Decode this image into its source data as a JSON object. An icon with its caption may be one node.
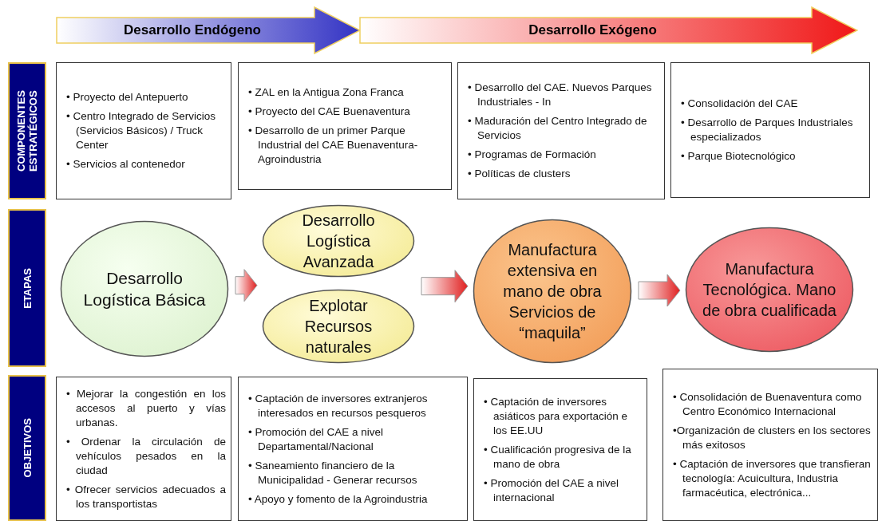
{
  "diagram": {
    "nodes": [
      {
        "text": [
          "Desarrollo Endógeno"
        ]
      },
      {
        "text": [
          "Desarrollo Exógeno"
        ]
      },
      {
        "text": [
          "COMPONENTES ESTRATÉGICOS"
        ]
      },
      {
        "text": [
          "• Proyecto del Antepuerto",
          "• Centro Integrado de Servicios (Servicios Básicos) / Truck Center",
          "• Servicios al contenedor"
        ]
      },
      {
        "text": [
          "• ZAL en la Antigua Zona Franca",
          "• Proyecto del CAE Buenaventura",
          "• Desarrollo de un primer Parque Industrial del CAE Buenaventura-Agroindustria"
        ]
      },
      {
        "text": [
          "• Desarrollo del CAE. Nuevos Parques Industriales - In",
          "• Maduración del Centro Integrado de Servicios",
          "• Programas de Formación",
          "• Políticas de clusters"
        ]
      },
      {
        "text": [
          "• Consolidación del CAE",
          "• Desarrollo de Parques Industriales especializados",
          "•  Parque Biotecnológico"
        ]
      },
      {
        "text": [
          "ETAPAS"
        ]
      },
      {
        "text": [
          "Desarrollo Logística Básica"
        ]
      },
      {
        "text": [
          "Desarrollo Logística Avanzada"
        ]
      },
      {
        "text": [
          "Explotar Recursos naturales"
        ]
      },
      {
        "text": [
          "Manufactura extensiva en mano de obra Servicios de “maquila”"
        ]
      },
      {
        "text": [
          "Manufactura Tecnológica. Mano de obra cualificada"
        ]
      },
      {
        "text": [
          "OBJETIVOS"
        ]
      },
      {
        "text": [
          "• Mejorar la congestión en los accesos al puerto y vías urbanas.",
          "• Ordenar la circulación de vehículos pesados en la ciudad",
          "• Ofrecer servicios adecuados a los transportistas"
        ]
      },
      {
        "text": [
          "• Captación de inversores extranjeros interesados en recursos pesqueros",
          "• Promoción del CAE a nivel Departamental/Nacional",
          "• Saneamiento financiero de la Municipalidad - Generar recursos",
          "• Apoyo y fomento de la Agroindustria"
        ]
      },
      {
        "text": [
          "• Captación de inversores asiáticos para exportación e los EE.UU",
          "• Cualificación progresiva de la mano de obra",
          "• Promoción del CAE a nivel internacional"
        ]
      },
      {
        "text": [
          "• Consolidación de Buenaventura como Centro Económico Internacional",
          "•Organización de clusters en los sectores más exitosos",
          "• Captación de inversores que transfieran tecnología: Acuicultura, Industria farmacéutica, electrónica..."
        ]
      }
    ],
    "edges": [
      {
        "from": 8,
        "to": 9,
        "arrow": "to"
      },
      {
        "from": 8,
        "to": 10,
        "arrow": "to"
      },
      {
        "from": 9,
        "to": 11,
        "arrow": "to"
      },
      {
        "from": 10,
        "to": 11,
        "arrow": "to"
      },
      {
        "from": 11,
        "to": 12,
        "arrow": "to"
      }
    ]
  }
}
